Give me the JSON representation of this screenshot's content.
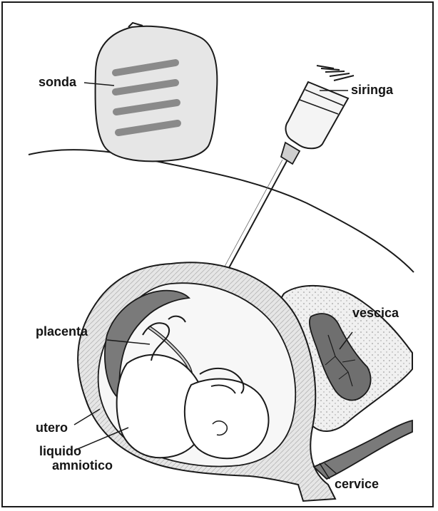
{
  "labels": {
    "sonda": "sonda",
    "siringa": "siringa",
    "vescica": "vescica",
    "placenta": "placenta",
    "utero": "utero",
    "liquido_line1": "liquido",
    "liquido_line2": "amniotico",
    "cervice": "cervice"
  },
  "colors": {
    "line": "#1a1a1a",
    "probe_fill": "#e6e6e6",
    "probe_bars": "#8a8a8a",
    "uterus_wall": "#d8d8d8",
    "placenta": "#7a7a7a",
    "bladder_wall": "#ececec",
    "bladder_inner": "#6f6f6f",
    "fetus": "#ffffff",
    "fluid": "#f7f7f7"
  },
  "icons": {
    "probe": "ultrasound-probe-icon",
    "syringe": "syringe-icon"
  }
}
